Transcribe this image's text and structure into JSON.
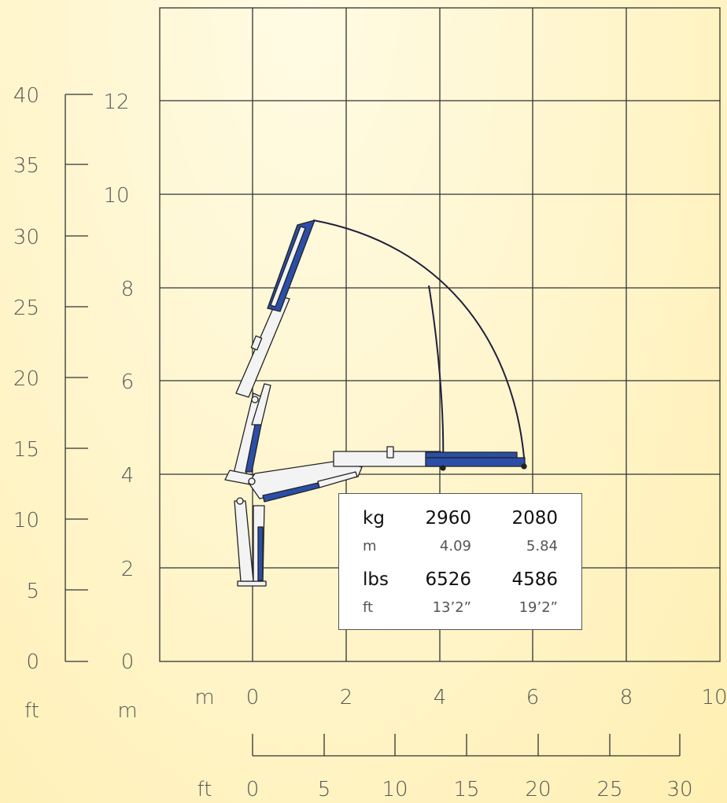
{
  "axes": {
    "left_ft": {
      "unit": "ft",
      "ticks": [
        "0",
        "5",
        "10",
        "15",
        "20",
        "25",
        "30",
        "35",
        "40"
      ]
    },
    "left_m": {
      "unit": "m",
      "ticks": [
        "0",
        "2",
        "4",
        "6",
        "8",
        "10",
        "12"
      ]
    },
    "bottom_m": {
      "unit": "m",
      "ticks": [
        "0",
        "2",
        "4",
        "6",
        "8",
        "10"
      ]
    },
    "bottom_ft": {
      "unit": "ft",
      "ticks": [
        "0",
        "5",
        "10",
        "15",
        "20",
        "25",
        "30"
      ]
    }
  },
  "load_table": {
    "rows": [
      {
        "unit": "kg",
        "v1": "2960",
        "v2": "2080"
      },
      {
        "unit": "m",
        "v1": "4.09",
        "v2": "5.84"
      },
      {
        "unit": "lbs",
        "v1": "6526",
        "v2": "4586"
      },
      {
        "unit": "ft",
        "v1": "13’2”",
        "v2": "19’2”"
      }
    ]
  },
  "colors": {
    "background": "#fff3c2",
    "grid": "#333333",
    "boom_blue": "#2b4fa8",
    "boom_white": "#f3f3f3",
    "outline": "#222222",
    "envelope": "#1f1f3a"
  }
}
